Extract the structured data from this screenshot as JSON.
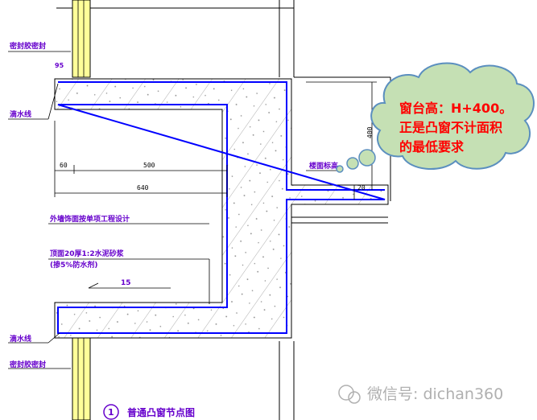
{
  "labels": {
    "top_sealant": "密封胶密封",
    "top_value": "95",
    "top_drip": "滴水线",
    "dim_a": "60",
    "dim_b": "500",
    "dim_c": "640",
    "ext_finish": "外墙饰面按单项工程设计",
    "plaster": "顶面20厚1:2水泥砂浆",
    "waterproof": "(掺5%防水剂)",
    "slope": "15",
    "bottom_drip": "滴水线",
    "bottom_sealant": "密封胶密封",
    "floor_finish": "楼面标高",
    "sill_height": "400",
    "side_dim": "20"
  },
  "bubble": {
    "line1": "窗台高：H+400。",
    "line2": "正是凸窗不计面积",
    "line3": "的最低要求"
  },
  "caption": {
    "number": "1",
    "text": "普通凸窗节点图"
  },
  "watermark": {
    "text": "微信号: dichan360"
  },
  "colors": {
    "label": "#6600cc",
    "bubble_fill": "#c5e0b4",
    "bubble_text": "#ff0000",
    "concrete_border": "#0000ff",
    "window_frame": "#ffff99"
  }
}
